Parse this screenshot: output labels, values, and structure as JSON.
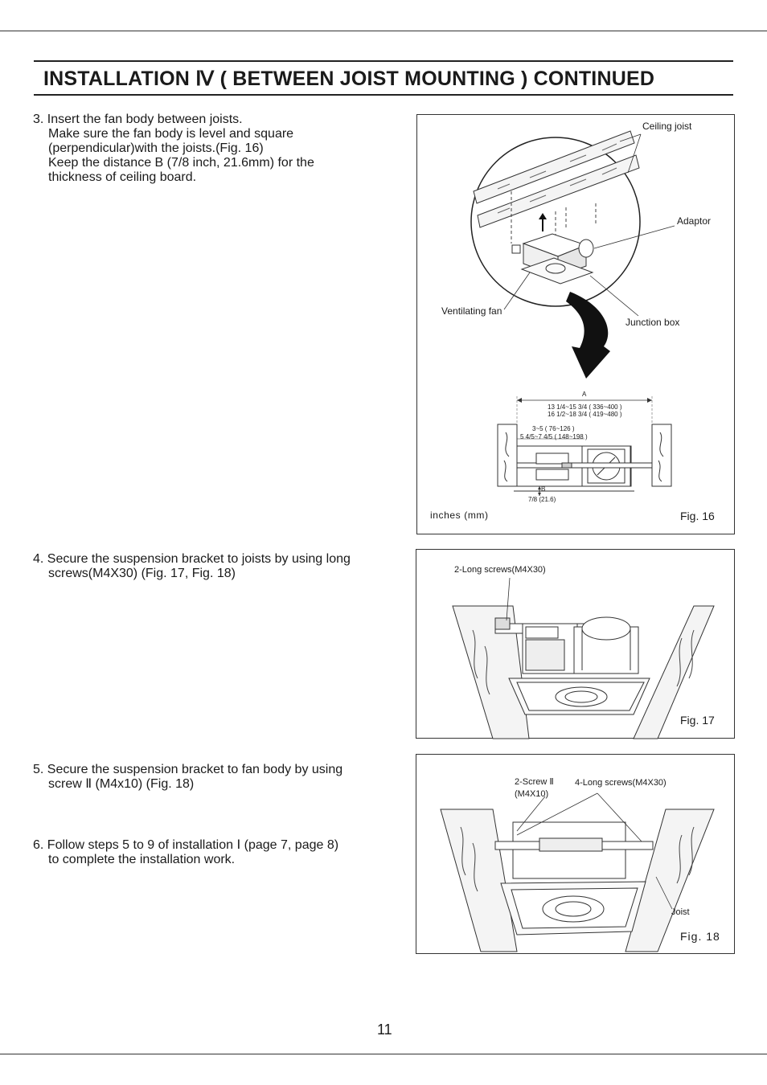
{
  "title": "INSTALLATION Ⅳ ( BETWEEN JOIST MOUNTING ) CONTINUED",
  "steps": {
    "step3": {
      "line1": "3. Insert the fan body between joists.",
      "line2": "Make sure the fan body is level and square",
      "line3": "(perpendicular)with the joists.(Fig. 16)",
      "line4": "Keep the distance B (7/8 inch, 21.6mm) for the",
      "line5": "thickness of ceiling board."
    },
    "step4": {
      "line1": "4. Secure the suspension bracket to joists by using long",
      "line2": "screws(M4X30) (Fig. 17, Fig. 18)"
    },
    "step5": {
      "line1": "5. Secure the suspension bracket to fan body by using",
      "line2": "screw Ⅱ (M4x10) (Fig. 18)"
    },
    "step6": {
      "line1": "6. Follow steps 5 to 9 of installation Ⅰ (page 7, page 8)",
      "line2": "to complete the installation work."
    }
  },
  "fig16": {
    "caption": "Fig. 16",
    "units": "inches (mm)",
    "ceiling_joist": "Ceiling joist",
    "adaptor": "Adaptor",
    "ventilating_fan": "Ventilating fan",
    "junction_box": "Junction box",
    "dim_a": "A",
    "dim_a_line1": "13 1/4~15 3/4 ( 336~400 )",
    "dim_a_line2": "16 1/2~18 3/4 ( 419~480 )",
    "dim_mid_line1": "3~5    (  76~126  )",
    "dim_mid_line2": "5 4/5~7 4/5 ( 148~198 )",
    "dim_b": "B",
    "dim_b_value": "7/8 (21.6)"
  },
  "fig17": {
    "caption": "Fig. 17",
    "screws": "2-Long screws(M4X30)"
  },
  "fig18": {
    "caption": "Fig. 18",
    "screw2_line1": "2-Screw Ⅱ",
    "screw2_line2": "(M4X10)",
    "long_screws": "4-Long screws(M4X30)",
    "joist": "Joist"
  },
  "page_number": "11"
}
